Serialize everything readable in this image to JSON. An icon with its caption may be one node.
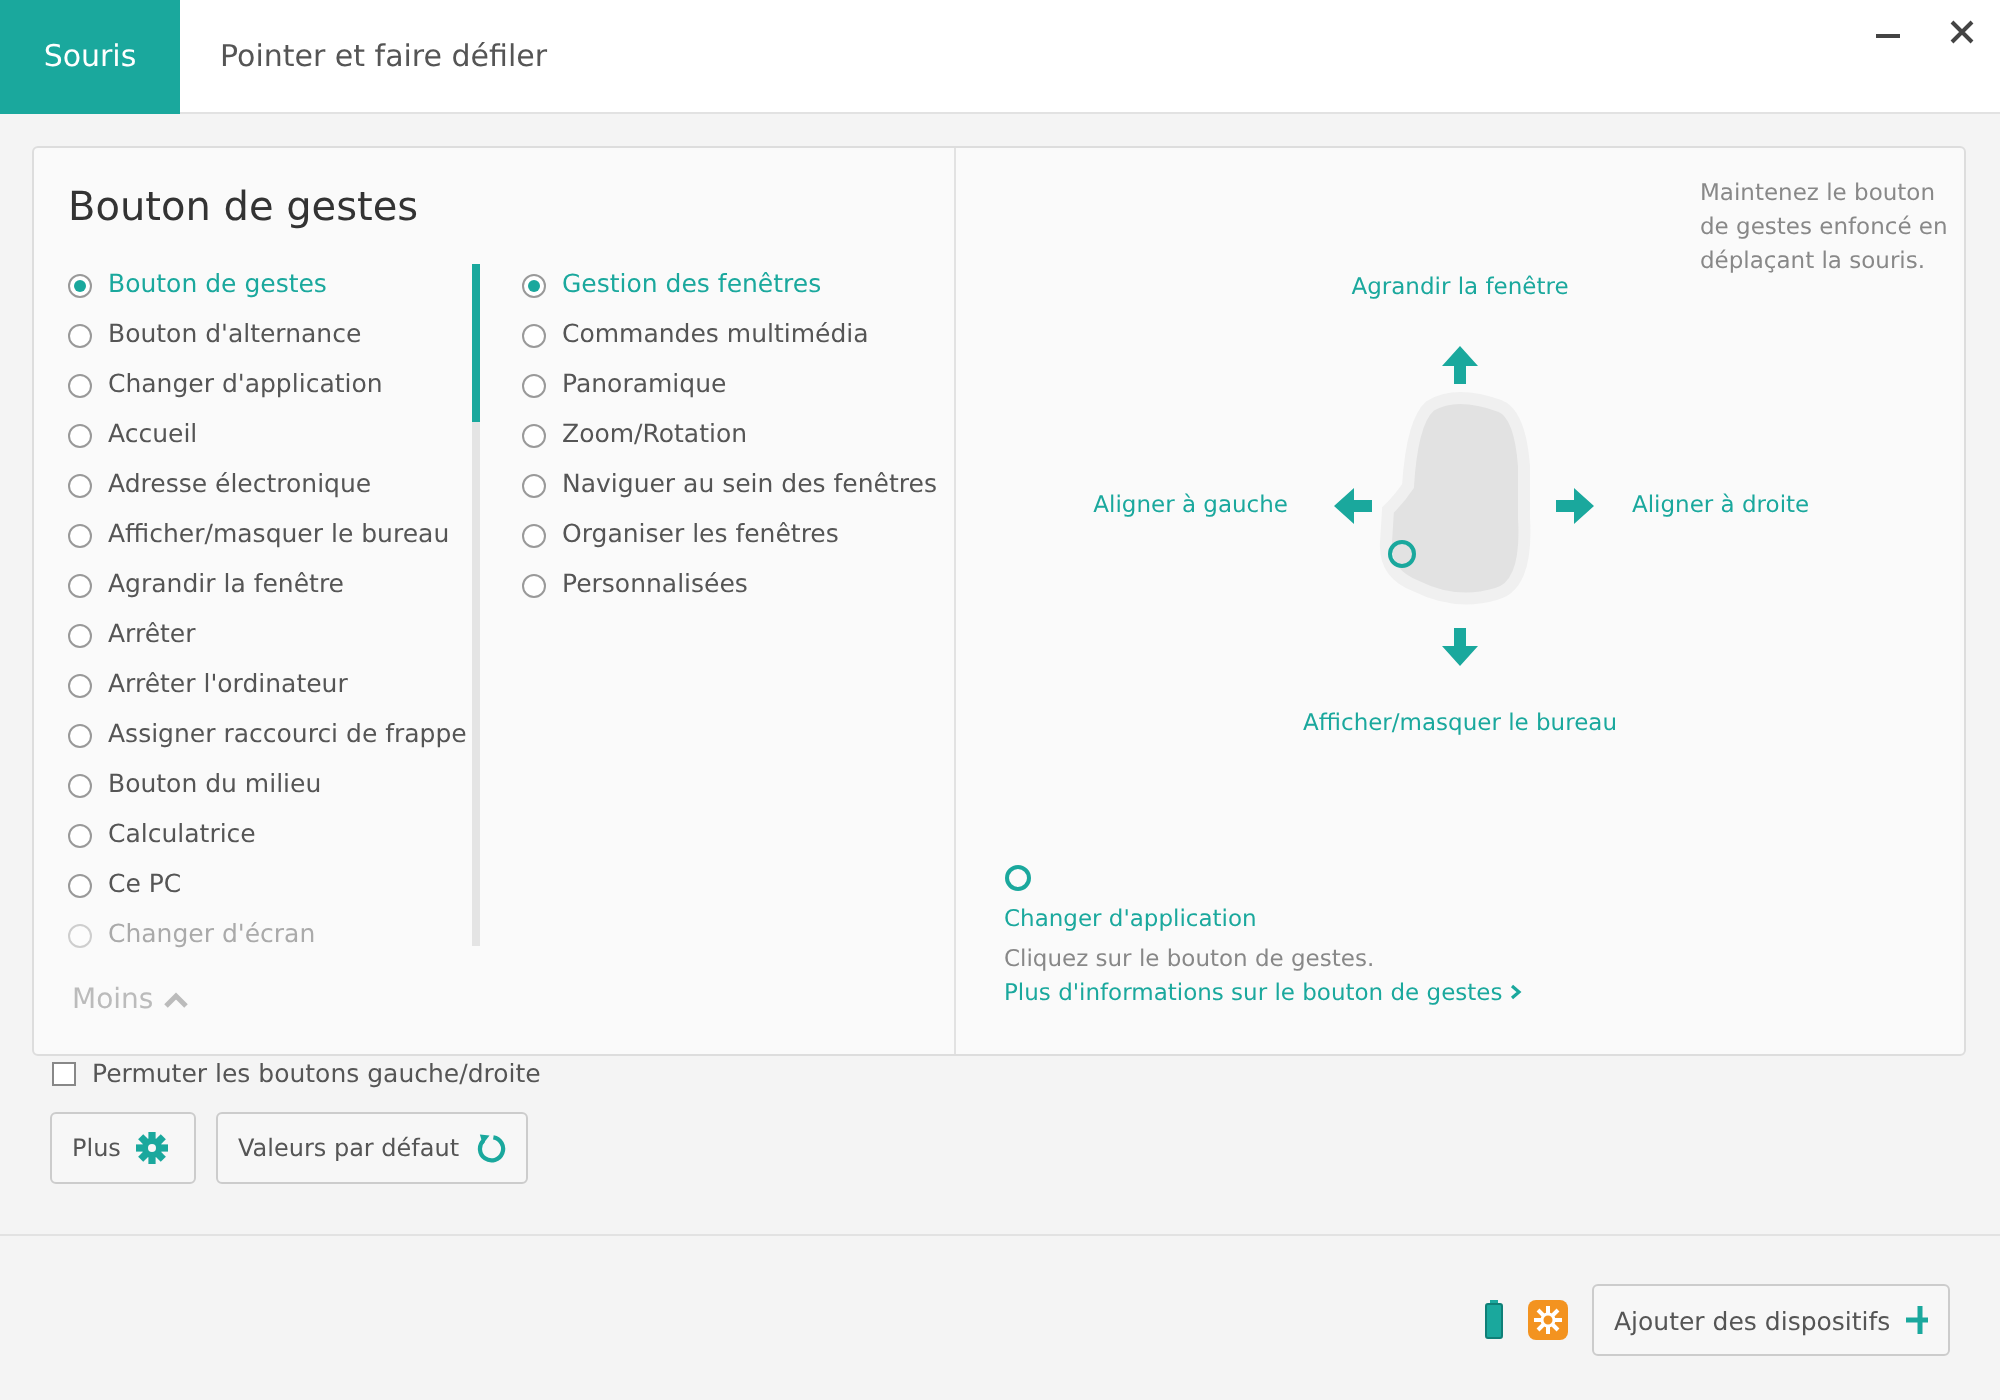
{
  "diagram": {
    "labels": [
      "Souris",
      "Pointer et faire défiler",
      "Bouton de gestes",
      "Bouton de gestes",
      "Bouton d'alternance",
      "Changer d'application",
      "Accueil",
      "Adresse électronique",
      "Afficher/masquer le bureau",
      "Agrandir la fenêtre",
      "Arrêter",
      "Arrêter l'ordinateur",
      "Assigner raccourci de frappe",
      "Bouton du milieu",
      "Calculatrice",
      "Ce PC",
      "Changer d'écran",
      "Gestion des fenêtres",
      "Commandes multimédia",
      "Panoramique",
      "Zoom/Rotation",
      "Naviguer au sein des fenêtres",
      "Organiser les fenêtres",
      "Personnalisées",
      "Moins",
      "Maintenez le bouton de gestes enfoncé en déplaçant la souris.",
      "Agrandir la fenêtre",
      "Aligner à gauche",
      "Aligner à droite",
      "Afficher/masquer le bureau",
      "Changer d'application",
      "Cliquez sur le bouton de gestes.",
      "Plus d'informations sur le bouton de gestes",
      "Permuter les boutons gauche/droite",
      "Plus",
      "Valeurs par défaut",
      "Ajouter des dispositifs"
    ]
  }
}
